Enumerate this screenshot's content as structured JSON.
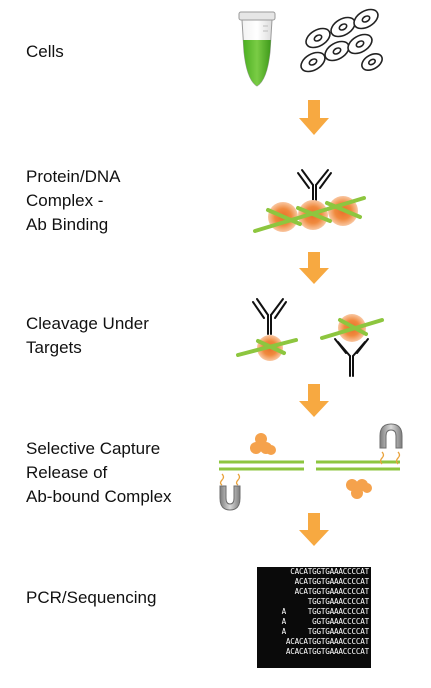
{
  "steps": [
    {
      "label": "Cells"
    },
    {
      "label": "Protein/DNA\nComplex -\nAb Binding"
    },
    {
      "label": "Cleavage Under\nTargets"
    },
    {
      "label": "Selective Capture\nRelease of\nAb-bound Complex"
    },
    {
      "label": "PCR/Sequencing"
    }
  ],
  "sequencing_reads": [
    "CACATGGTGAAACCCCAT",
    "ACATGGTGAAACCCCAT",
    "ACATGGTGAAACCCCAT",
    "TGGTGAAACCCCAT",
    "A     TGGTGAAACCCCAT",
    "A      GGTGAAACCCCAT",
    "A     TGGTGAAACCCCAT",
    "ACACATGGTGAAACCCCAT",
    "ACACATGGTGAAACCCCAT"
  ],
  "colors": {
    "arrow": "#F7A941",
    "dna": "#8DC63F",
    "nucleosome_outer": "#F7A56B",
    "nucleosome_inner": "#E8702A",
    "tube_liquid": "#5DBB2E",
    "antibody": "#111111",
    "magnet": "#9A9A9A"
  },
  "icons": [
    "tube-icon",
    "cells-icon",
    "antibody-icon",
    "nucleosome-icon",
    "magnet-icon",
    "down-arrow-icon"
  ]
}
